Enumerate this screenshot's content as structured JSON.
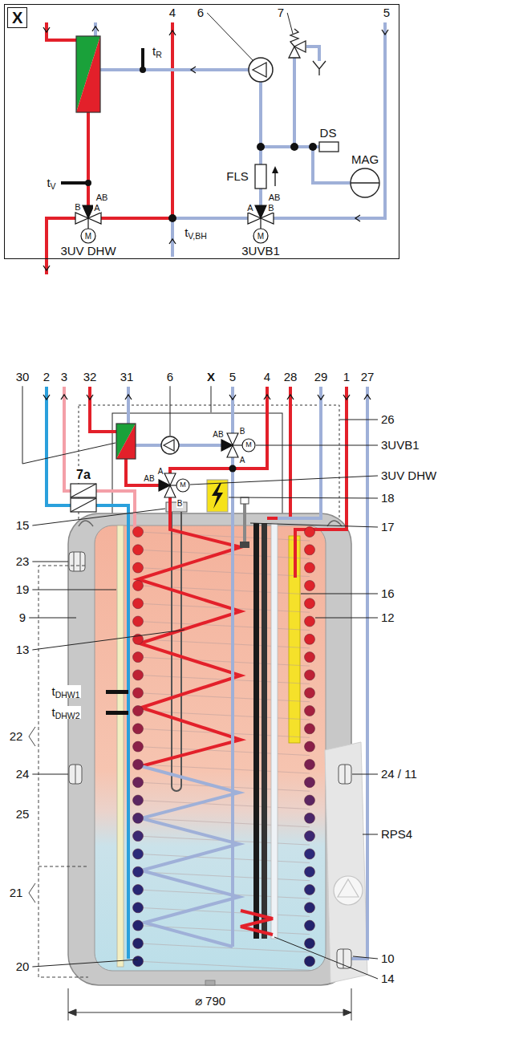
{
  "diagram": {
    "nodes": [
      {
        "text": [
          "X"
        ]
      }
    ],
    "labels": [
      "4",
      "6",
      "7",
      "5",
      "tR",
      "DS",
      "MAG",
      "FLS",
      "AB",
      "tV",
      "B",
      "A",
      "AB",
      "A",
      "B",
      "tV,BH",
      "3UV DHW",
      "3UVB1",
      "M",
      "M",
      "30",
      "2",
      "3",
      "32",
      "31",
      "6",
      "X",
      "5",
      "4",
      "28",
      "29",
      "1",
      "27",
      "26",
      "3UVB1",
      "3UV DHW",
      "18",
      "17",
      "16",
      "12",
      "24 / 11",
      "RPS4",
      "10",
      "14",
      "7a",
      "15",
      "23",
      "19",
      "9",
      "13",
      "tDHW1",
      "tDHW2",
      "22",
      "24",
      "25",
      "21",
      "20",
      "⌀ 790",
      "B",
      "AB",
      "A",
      "M",
      "AB",
      "A",
      "B",
      "M"
    ]
  }
}
